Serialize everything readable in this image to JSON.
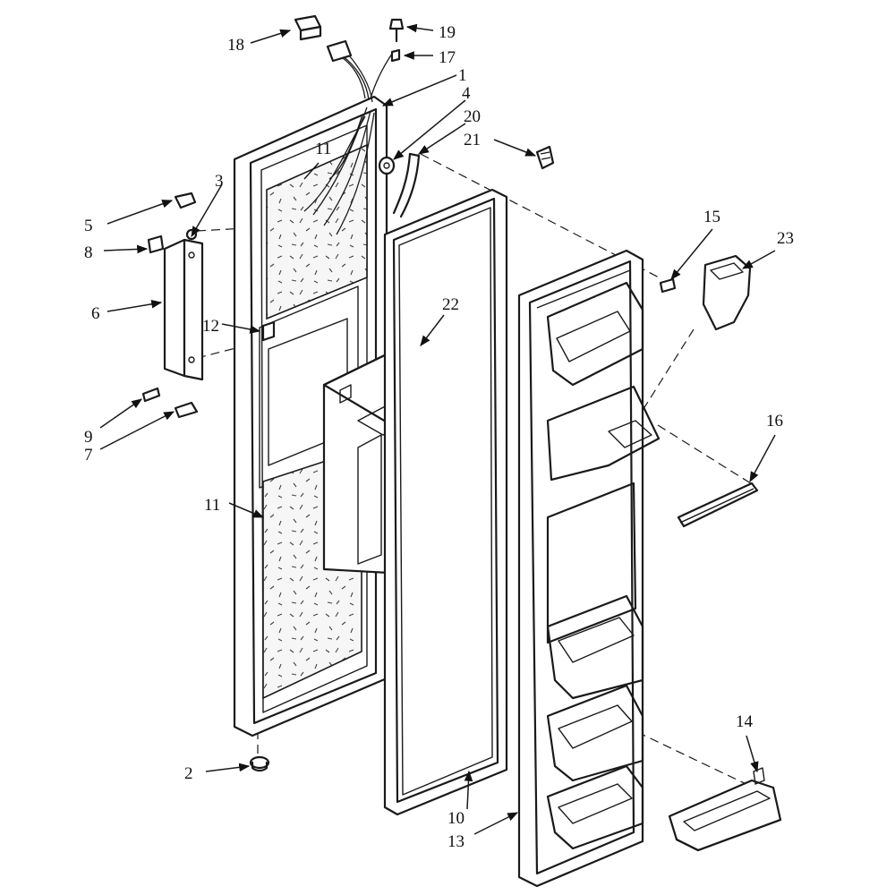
{
  "diagram": {
    "callouts": {
      "c1": "1",
      "c2": "2",
      "c3": "3",
      "c4": "4",
      "c5": "5",
      "c6": "6",
      "c7": "7",
      "c8": "8",
      "c9": "9",
      "c10": "10",
      "c11a": "11",
      "c11b": "11",
      "c12": "12",
      "c13": "13",
      "c14": "14",
      "c15": "15",
      "c16": "16",
      "c17": "17",
      "c18": "18",
      "c19": "19",
      "c20": "20",
      "c21": "21",
      "c22": "22",
      "c23": "23"
    }
  }
}
